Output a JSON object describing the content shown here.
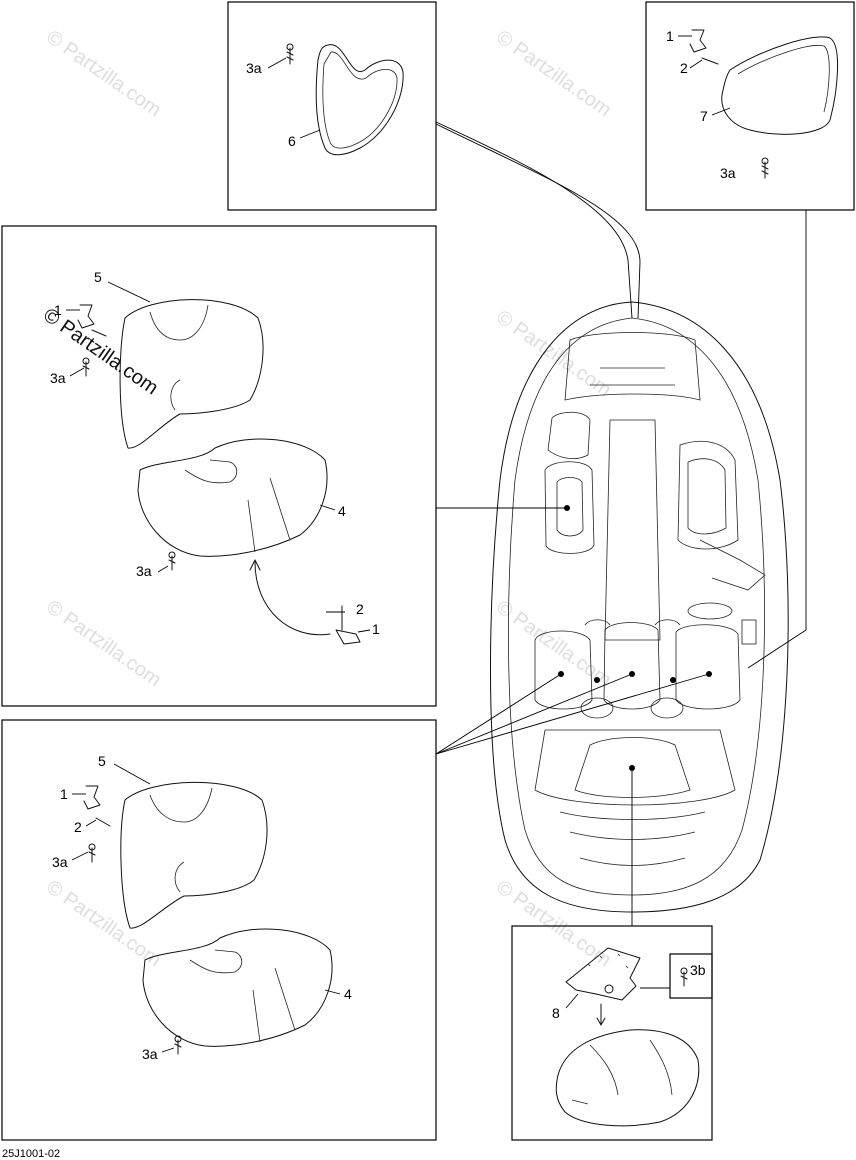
{
  "watermark": "© Partzilla.com",
  "figure_code": "25J1001-02",
  "callouts": {
    "tl_3a": "3a",
    "tl_6": "6",
    "tr_1": "1",
    "tr_2": "2",
    "tr_7": "7",
    "tr_3a": "3a",
    "m_5": "5",
    "m_1": "1",
    "m_3a": "3a",
    "m_4": "4",
    "m_3a_b": "3a",
    "m_2b": "2",
    "m_1b": "1",
    "l_5": "5",
    "l_1": "1",
    "l_2": "2",
    "l_3a": "3a",
    "l_4": "4",
    "l_3a_b": "3a",
    "br_3b": "3b",
    "br_8": "8"
  }
}
